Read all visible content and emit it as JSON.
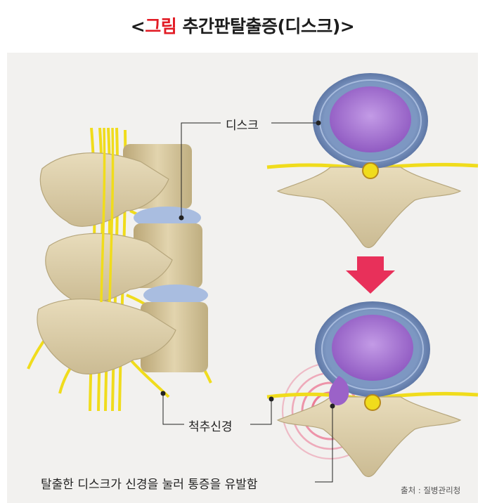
{
  "title": {
    "bracket_open": "<",
    "prefix": "그림",
    "main": "추간판탈출증(디스크)",
    "bracket_close": ">"
  },
  "labels": {
    "disc": "디스크",
    "spinal_nerve": "척추신경",
    "caption": "탈출한 디스크가 신경을 눌러 통증을 유발함"
  },
  "source": "출처 : 질병관리청",
  "colors": {
    "accent": "#e21c25",
    "arrow": "#e8305a",
    "disc_blue": "#8fa9cf",
    "nucleus_purple": "#9b62c8",
    "bone": "#d9ccaa",
    "nerve_yellow": "#f0dc1c",
    "background": "#f2f1ef"
  },
  "icons": {
    "arrow": "down-arrow-icon"
  }
}
